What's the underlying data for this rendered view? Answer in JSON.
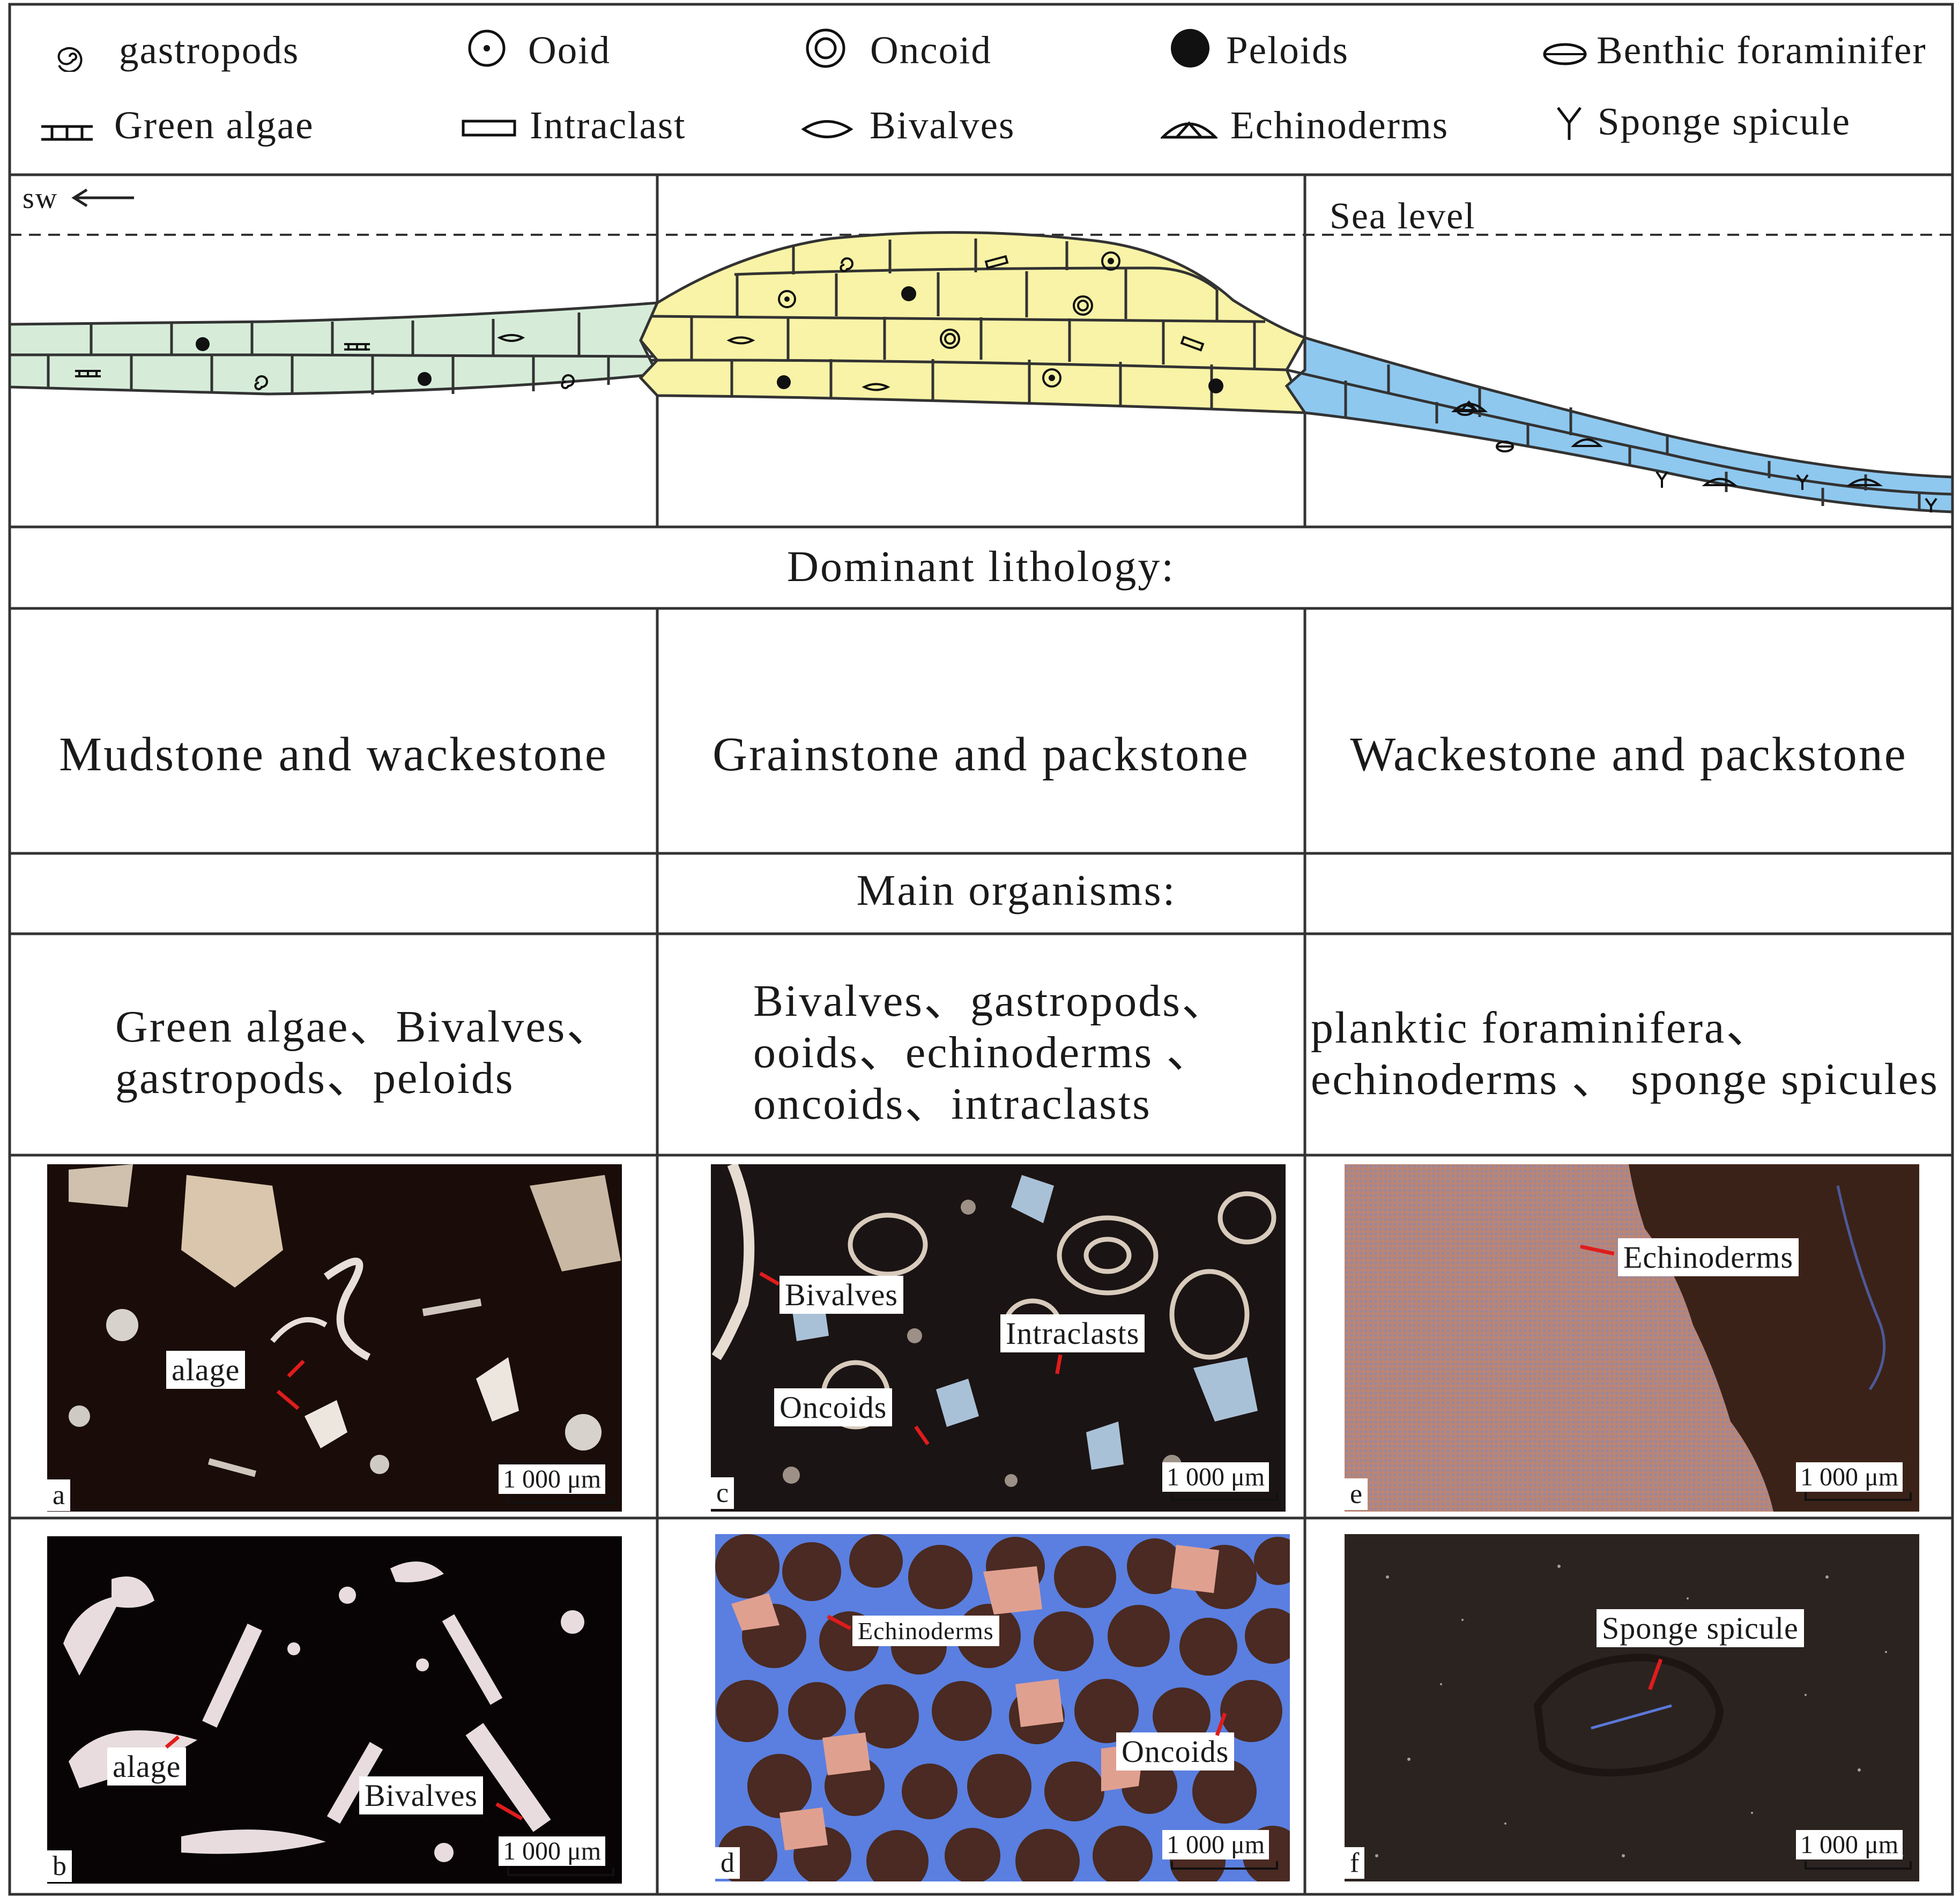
{
  "legend": [
    {
      "icon": "gastropod-icon",
      "label": "gastropods"
    },
    {
      "icon": "ooid-icon",
      "label": "Ooid"
    },
    {
      "icon": "oncoid-icon",
      "label": "Oncoid"
    },
    {
      "icon": "peloid-icon",
      "label": "Peloids"
    },
    {
      "icon": "benthic-foraminifer-icon",
      "label": "Benthic foraminifer"
    },
    {
      "icon": "green-algae-icon",
      "label": "Green algae"
    },
    {
      "icon": "intraclast-icon",
      "label": "Intraclast"
    },
    {
      "icon": "bivalve-icon",
      "label": "Bivalves"
    },
    {
      "icon": "echinoderm-icon",
      "label": "Echinoderms"
    },
    {
      "icon": "sponge-spicule-icon",
      "label": "Sponge spicule"
    }
  ],
  "profile": {
    "direction_label": "sw",
    "sea_level_label": "Sea level",
    "colors": {
      "left": "#d6ecd9",
      "middle": "#f8f3a6",
      "right": "#8ec8ef"
    }
  },
  "headings": {
    "lithology": "Dominant lithology:",
    "organisms": "Main organisms:"
  },
  "lithology": [
    "Mudstone and wackestone",
    "Grainstone and packstone",
    "Wackestone and packstone"
  ],
  "organisms": [
    [
      "Green algae、Bivalves、",
      "gastropods、peloids"
    ],
    [
      "Bivalves、gastropods、",
      "ooids、echinoderms 、",
      "oncoids、intraclasts"
    ],
    [
      "planktic foraminifera、",
      "echinoderms 、 sponge spicules"
    ]
  ],
  "photos": [
    {
      "letter": "a",
      "scale": "1 000 μm",
      "labels": [
        "alage"
      ]
    },
    {
      "letter": "b",
      "scale": "1 000 μm",
      "labels": [
        "alage",
        "Bivalves"
      ]
    },
    {
      "letter": "c",
      "scale": "1 000 μm",
      "labels": [
        "Bivalves",
        "Intraclasts",
        "Oncoids"
      ]
    },
    {
      "letter": "d",
      "scale": "1 000 μm",
      "labels": [
        "Echinoderms",
        "Oncoids"
      ]
    },
    {
      "letter": "e",
      "scale": "1 000 μm",
      "labels": [
        "Echinoderms"
      ]
    },
    {
      "letter": "f",
      "scale": "1 000 μm",
      "labels": [
        "Sponge spicule"
      ]
    }
  ]
}
